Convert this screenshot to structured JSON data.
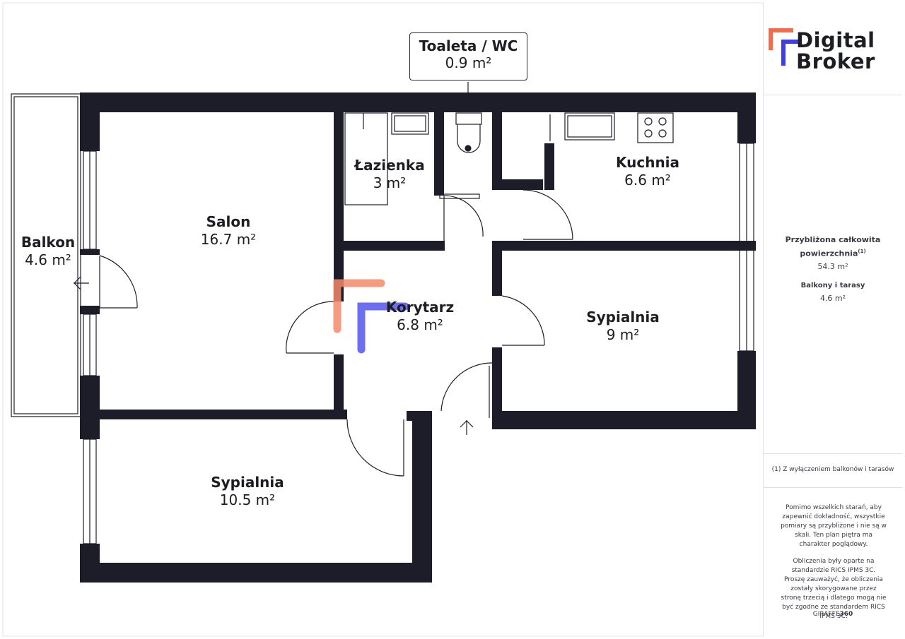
{
  "rooms": {
    "wc": {
      "name": "Toaleta / WC",
      "area": "0.9 m²"
    },
    "lazienka": {
      "name": "Łazienka",
      "area": "3 m²"
    },
    "kuchnia": {
      "name": "Kuchnia",
      "area": "6.6 m²"
    },
    "salon": {
      "name": "Salon",
      "area": "16.7 m²"
    },
    "balkon": {
      "name": "Balkon",
      "area": "4.6 m²"
    },
    "korytarz": {
      "name": "Korytarz",
      "area": "6.8 m²"
    },
    "sypialnia_right": {
      "name": "Sypialnia",
      "area": "9 m²"
    },
    "sypialnia_bottom": {
      "name": "Sypialnia",
      "area": "10.5 m²"
    }
  },
  "sidebar": {
    "logo_line1": "Digital",
    "logo_line2": "Broker",
    "total_label": "Przybliżona całkowita powierzchnia",
    "total_sup": "(1)",
    "total_value": "54.3 m²",
    "balcony_label": "Balkony i tarasy",
    "balcony_value": "4.6 m²",
    "note": "(1) Z wyłączeniem balkonów i tarasów",
    "disclaimer1": "Pomimo wszelkich starań, aby zapewnić dokładność, wszystkie pomiary są przybliżone i nie są w skali. Ten plan piętra ma charakter poglądowy.",
    "disclaimer2": "Obliczenia były oparte na standardzie RICS IPMS 3C. Proszę zauważyć, że obliczenia zostały skorygowane przez stronę trzecią i dlatego mogą nie być zgodne ze standardem RICS IPMS 3C.",
    "brand_a": "GIRAFFE",
    "brand_b": "360"
  },
  "colors": {
    "wall": "#1d1d2a",
    "logo_orange": "#f26b4a",
    "logo_blue": "#3d3fe0",
    "watermark_orange": "#f5896b",
    "watermark_blue": "#5557ee"
  }
}
